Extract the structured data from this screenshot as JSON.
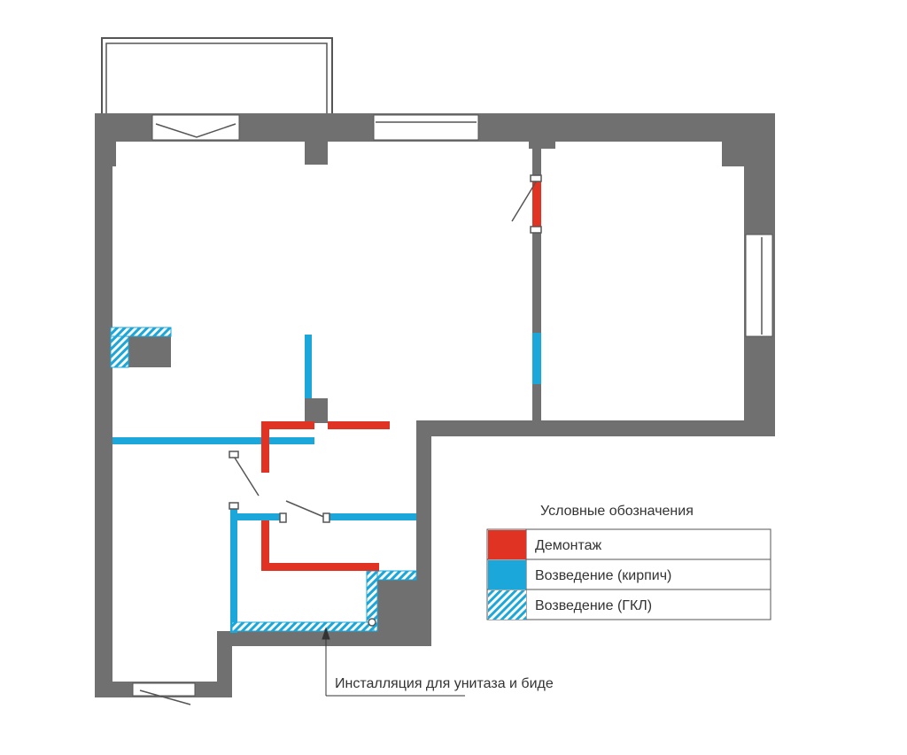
{
  "legend": {
    "title": "Условные обозначения",
    "items": [
      {
        "label": "Демонтаж",
        "fill": "#e03324",
        "hatched": false
      },
      {
        "label": "Возведение (кирпич)",
        "fill": "#1ba7d9",
        "hatched": false
      },
      {
        "label": "Возведение (ГКЛ)",
        "fill": "#1ba7d9",
        "hatched": true
      }
    ]
  },
  "annotation": {
    "text": "Инсталляция для унитаза и биде"
  },
  "colors": {
    "wall": "#707070",
    "demolition": "#e03324",
    "brick": "#1ba7d9",
    "gkl": "#1ba7d9",
    "line": "#333333"
  }
}
